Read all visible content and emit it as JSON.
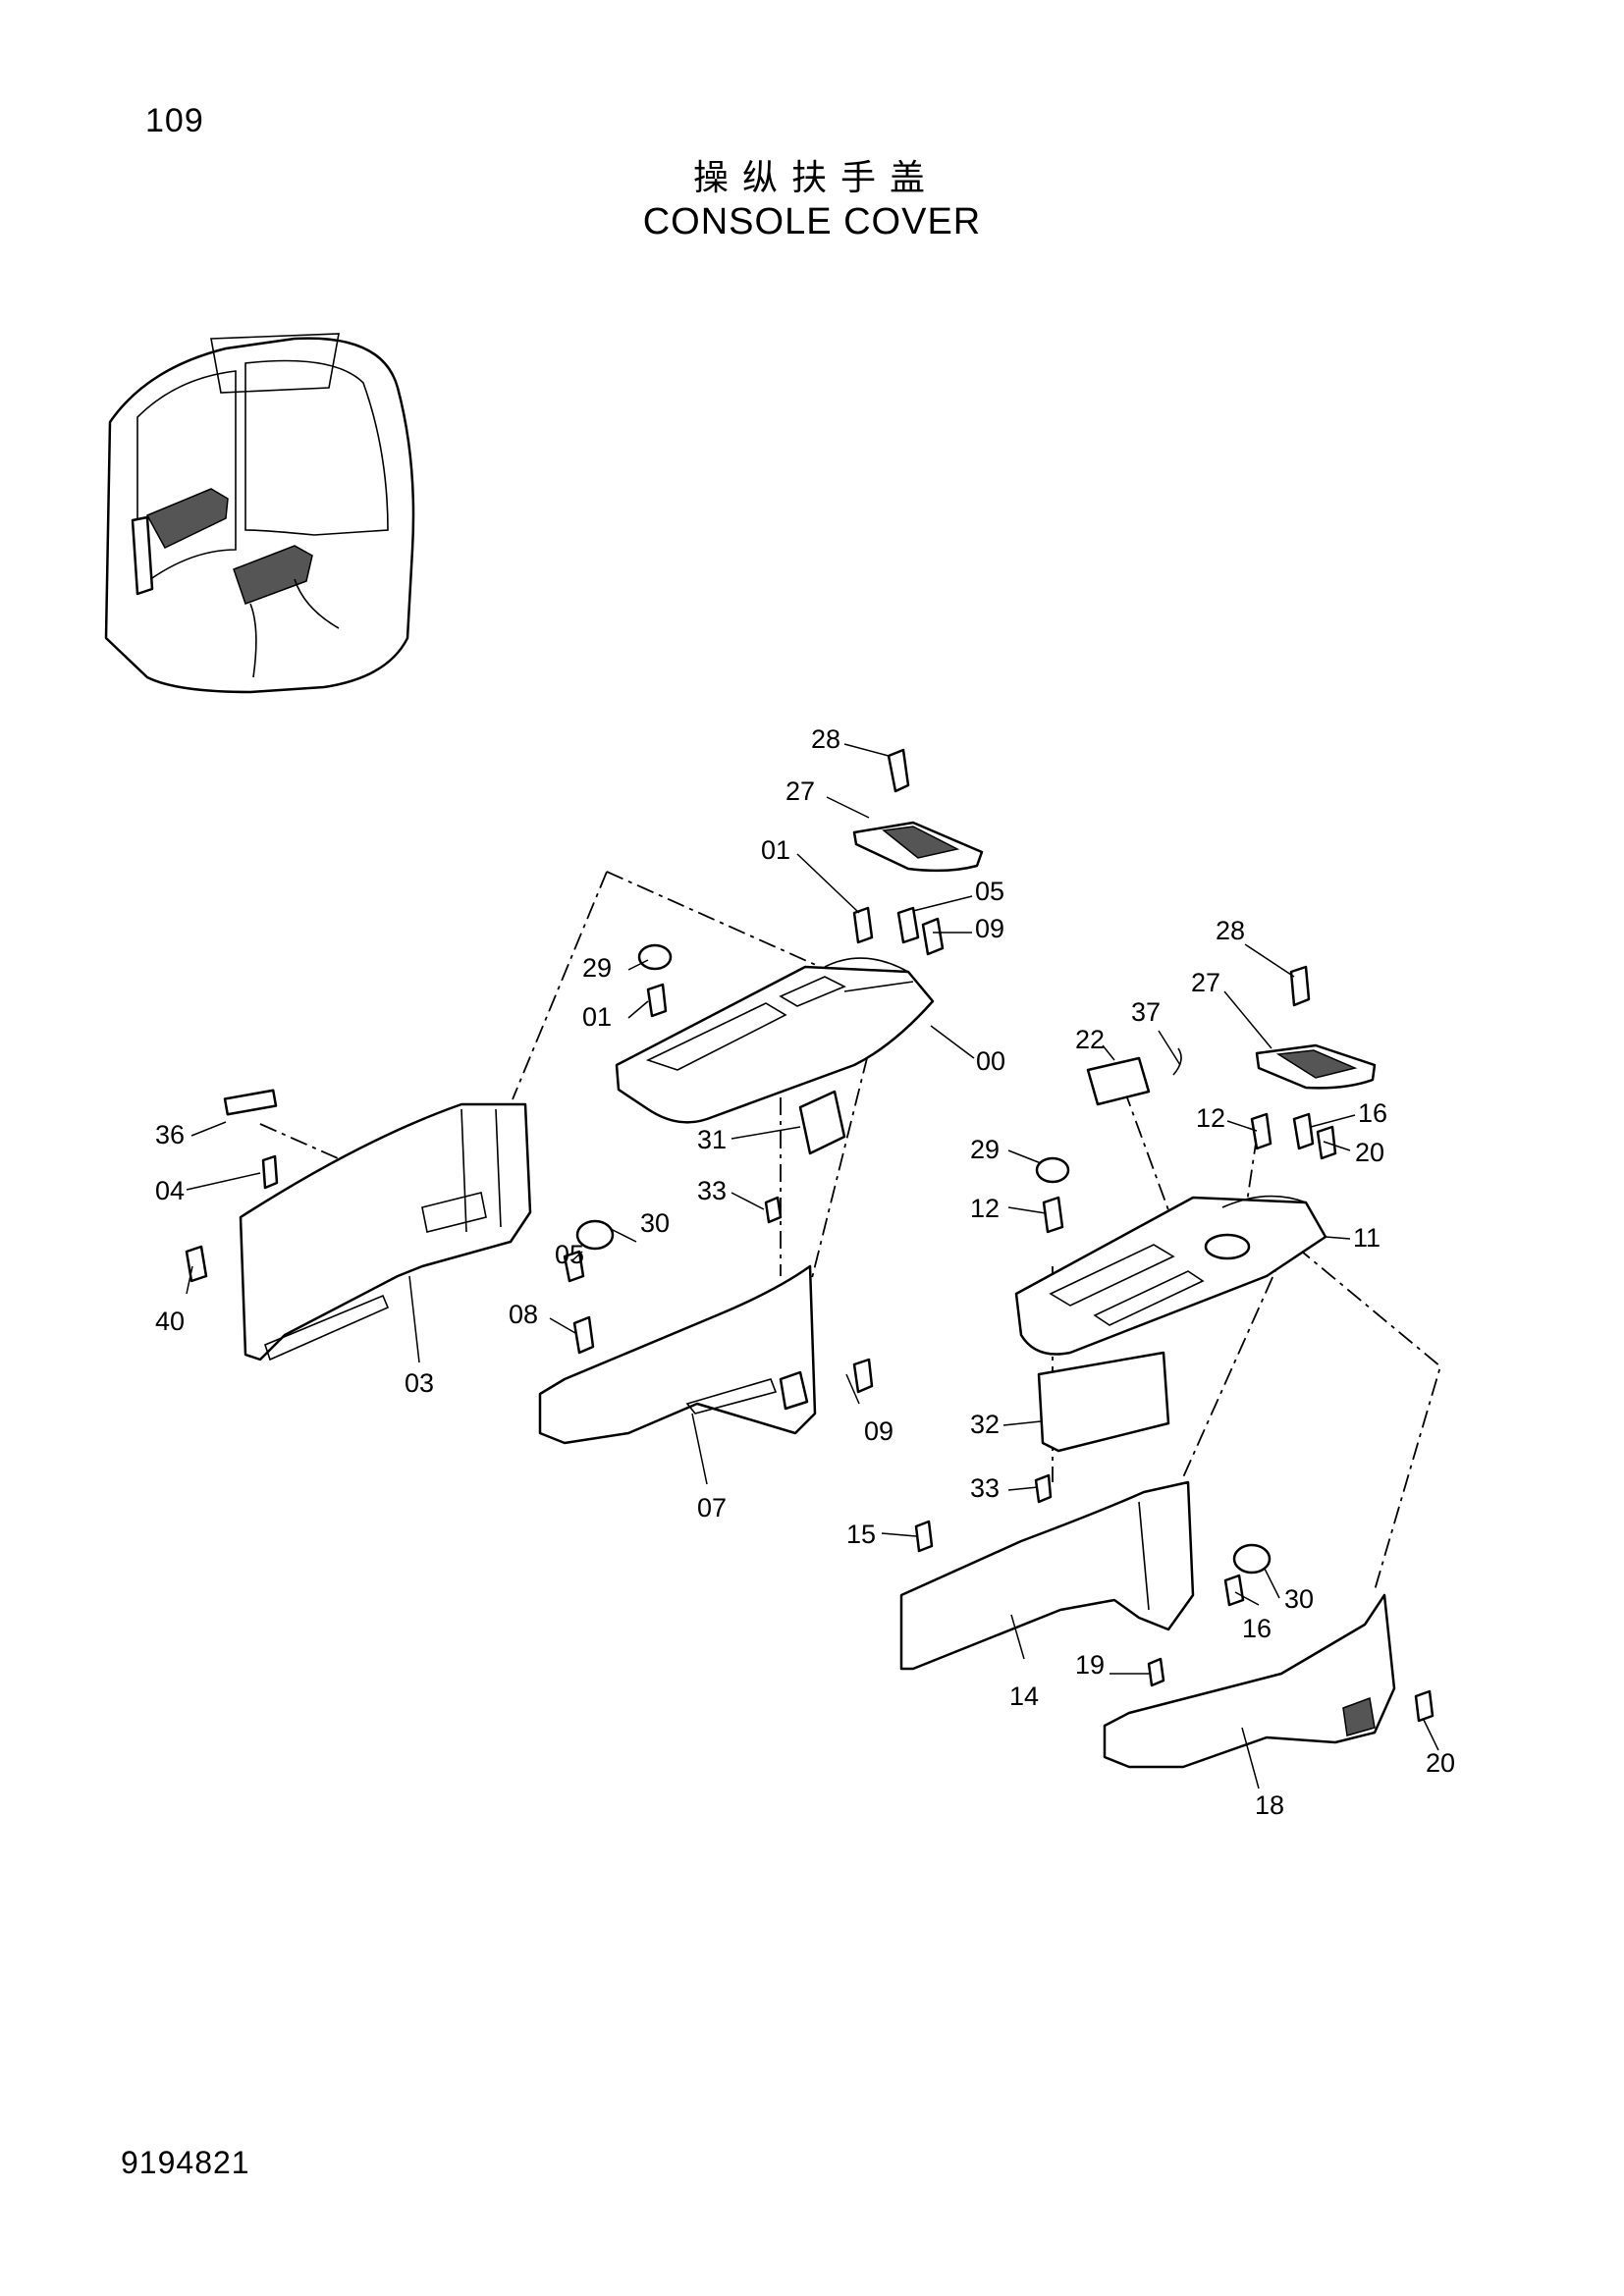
{
  "page_number": "109",
  "title_cn": "操纵扶手盖",
  "title_en": "CONSOLE COVER",
  "document_code": "9194821",
  "callouts": {
    "c28a": "28",
    "c27a": "27",
    "c01a": "01",
    "c05a": "05",
    "c09a": "09",
    "c29a": "29",
    "c01b": "01",
    "c00": "00",
    "c36": "36",
    "c04": "04",
    "c31": "31",
    "c33a": "33",
    "c30a": "30",
    "c05b": "05",
    "c40": "40",
    "c03": "03",
    "c08": "08",
    "c09b": "09",
    "c07": "07",
    "c28b": "28",
    "c27b": "27",
    "c37": "37",
    "c22": "22",
    "c16a": "16",
    "c12a": "12",
    "c20a": "20",
    "c29b": "29",
    "c12b": "12",
    "c11": "11",
    "c32": "32",
    "c33b": "33",
    "c15": "15",
    "c30b": "30",
    "c16b": "16",
    "c14": "14",
    "c19": "19",
    "c20b": "20",
    "c18": "18"
  }
}
